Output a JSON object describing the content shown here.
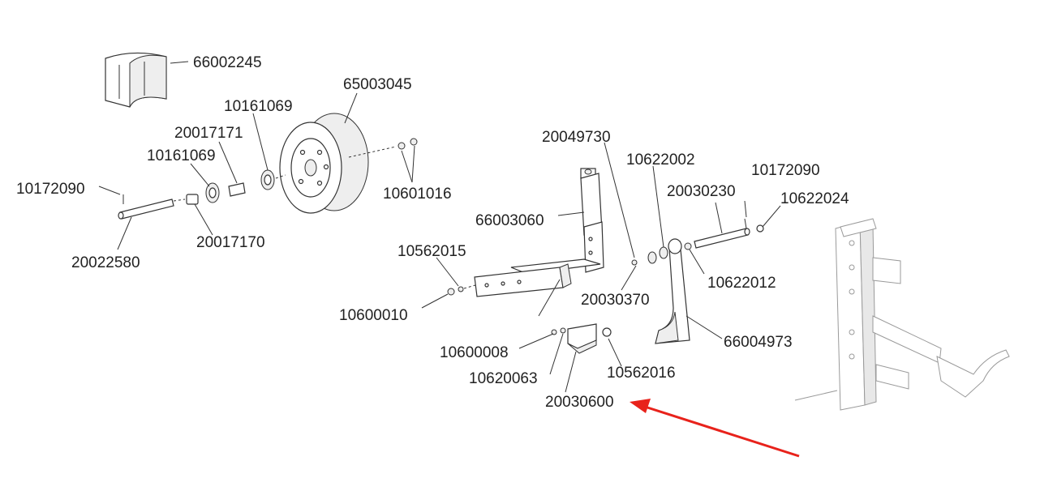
{
  "part_numbers": [
    "66002245",
    "65003045",
    "10161069",
    "20017171",
    "10161069",
    "10172090",
    "20022580",
    "20017170",
    "10601016",
    "20049730",
    "10622002",
    "10172090",
    "20030230",
    "10622024",
    "66003060",
    "10562015",
    "10600010",
    "20030370",
    "10622012",
    "66004973",
    "10600008",
    "10620063",
    "10562016",
    "20030600"
  ],
  "highlight": {
    "target": "20030600",
    "arrow_color": "#e8221b"
  }
}
